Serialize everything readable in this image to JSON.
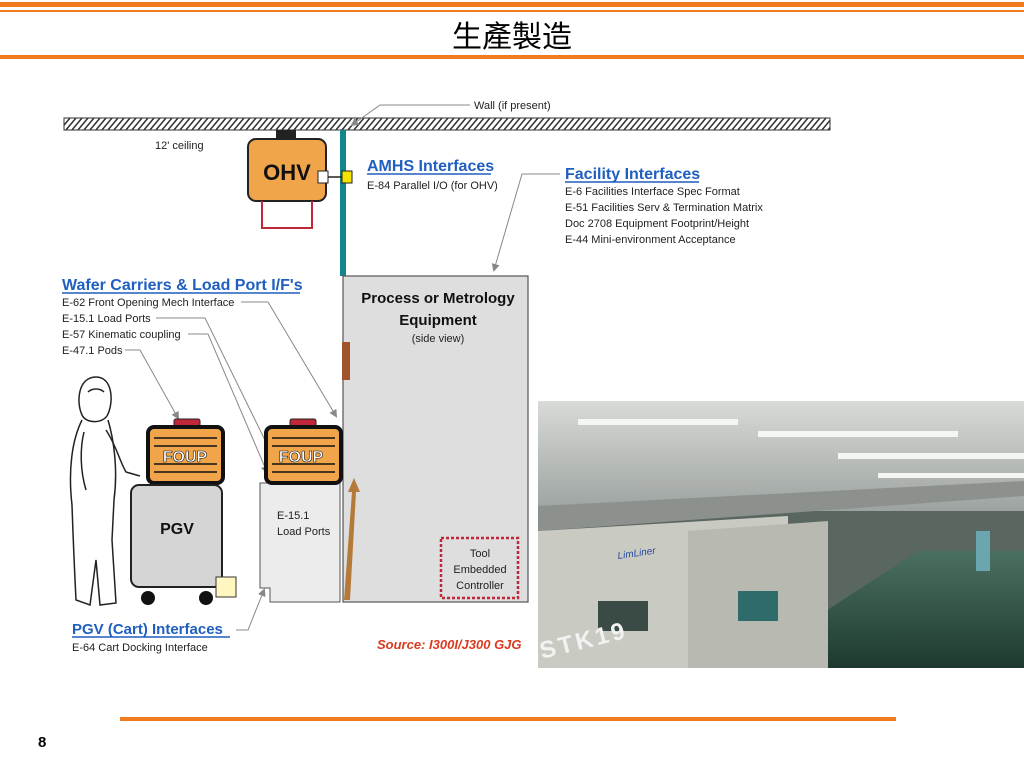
{
  "slide": {
    "title": "生產製造",
    "page_number": "8"
  },
  "diagram": {
    "wall_label": "Wall (if present)",
    "ceiling_label": "12' ceiling",
    "ohv_label": "OHV",
    "amhs": {
      "title": "AMHS Interfaces",
      "items": [
        "E-84 Parallel I/O (for OHV)"
      ]
    },
    "facility": {
      "title": "Facility Interfaces",
      "items": [
        "E-6 Facilities Interface Spec Format",
        "E-51 Facilities Serv & Termination Matrix",
        "Doc 2708 Equipment Footprint/Height",
        "E-44 Mini-environment Acceptance"
      ]
    },
    "wafer": {
      "title": "Wafer Carriers & Load Port I/F's",
      "items": [
        "E-62 Front Opening Mech Interface",
        "E-15.1 Load Ports",
        "E-57 Kinematic coupling",
        "E-47.1 Pods"
      ]
    },
    "equipment": {
      "title_line1": "Process or Metrology",
      "title_line2": "Equipment",
      "subtitle": "(side view)"
    },
    "foup_label": "FOUP",
    "pgv_label": "PGV",
    "loadport": {
      "line1": "E-15.1",
      "line2": "Load Ports"
    },
    "controller": {
      "line1": "Tool",
      "line2": "Embedded",
      "line3": "Controller"
    },
    "pgv_cart": {
      "title": "PGV (Cart) Interfaces",
      "items": [
        "E-64 Cart Docking Interface"
      ]
    },
    "source": "Source: I300I/J300 GJG"
  },
  "photo": {
    "stk_label": "STK19",
    "rail_label": "LimLiner"
  },
  "colors": {
    "accent_orange": "#f07c1e",
    "link_blue": "#1f5fbf",
    "ohv_orange": "#f0a54a",
    "pillar_teal": "#12868a",
    "equipment_gray": "#dedede",
    "source_red": "#d93a1f"
  }
}
